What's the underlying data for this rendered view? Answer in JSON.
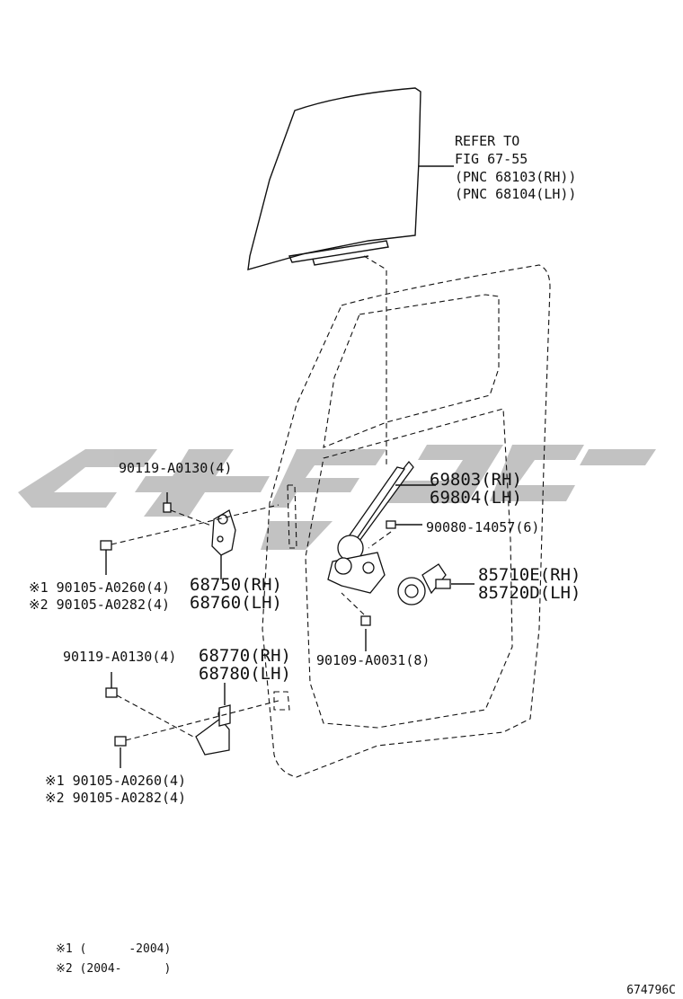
{
  "watermark_color": "#b8b8b8",
  "refer": {
    "line1": "REFER TO",
    "line2": "FIG 67-55",
    "line3": "(PNC 68103(RH))",
    "line4": "(PNC 68104(LH))"
  },
  "parts": {
    "p69803": "69803(RH)",
    "p69804": "69804(LH)",
    "p90080": "90080-14057(6)",
    "p85710": "85710E(RH)",
    "p85720": "85720D(LH)",
    "p90109": "90109-A0031(8)",
    "p90119_top": "90119-A0130(4)",
    "p90105_a_top": "※1 90105-A0260(4)",
    "p90105_b_top": "※2 90105-A0282(4)",
    "p68750": "68750(RH)",
    "p68760": "68760(LH)",
    "p90119_bot": "90119-A0130(4)",
    "p68770": "68770(RH)",
    "p68780": "68780(LH)",
    "p90105_a_bot": "※1 90105-A0260(4)",
    "p90105_b_bot": "※2 90105-A0282(4)"
  },
  "notes": {
    "n1": "※1 (      -2004)",
    "n2": "※2 (2004-      )"
  },
  "diagram_id": "674796C"
}
